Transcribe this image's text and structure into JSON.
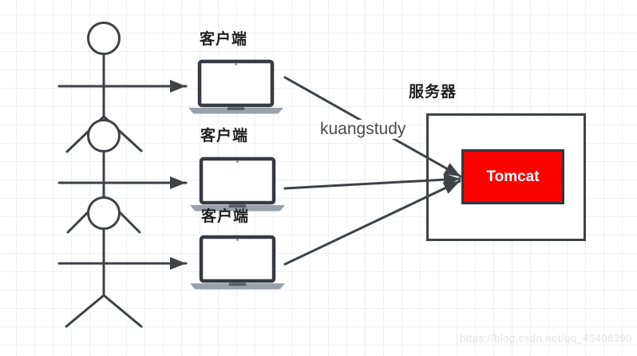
{
  "diagram": {
    "users": [
      {
        "icon": "person-icon"
      },
      {
        "icon": "person-icon"
      },
      {
        "icon": "person-icon"
      }
    ],
    "clients": [
      {
        "label": "客户端",
        "icon": "laptop-icon"
      },
      {
        "label": "客户端",
        "icon": "laptop-icon"
      },
      {
        "label": "客户端",
        "icon": "laptop-icon"
      }
    ],
    "server": {
      "label": "服务器",
      "inner": {
        "label": "Tomcat"
      }
    },
    "annotation": "kuangstudy",
    "watermark": "https://blog.csdn.net/qq_45408390",
    "colors": {
      "stroke": "#3d4247",
      "label_text": "#1f1f1f",
      "annotation_text": "#4a4a4a",
      "tomcat_fill": "#fb0300",
      "tomcat_border": "#33373d",
      "tomcat_text": "#ffffff",
      "laptop_base": "#9aa1a9",
      "grid_line": "#f0f0f0",
      "watermark_text": "#e2e2e2",
      "canvas_bg": "#ffffff"
    }
  }
}
